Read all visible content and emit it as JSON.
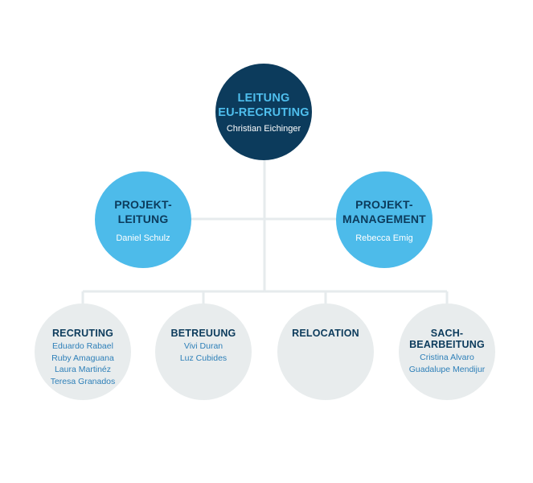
{
  "org_chart": {
    "head": {
      "title_line1": "LEITUNG",
      "title_line2": "EU-RECRUTING",
      "person": "Christian Eichinger"
    },
    "level2": [
      {
        "title_line1": "PROJEKT-",
        "title_line2": "LEITUNG",
        "person": "Daniel Schulz"
      },
      {
        "title_line1": "PROJEKT-",
        "title_line2": "MANAGEMENT",
        "person": "Rebecca Emig"
      }
    ],
    "level3": [
      {
        "title_line1": "RECRUTING",
        "title_line2": "",
        "members": [
          "Eduardo Rabael",
          "Ruby Amaguana",
          "Laura Martinéz",
          "Teresa Granados"
        ]
      },
      {
        "title_line1": "BETREUUNG",
        "title_line2": "",
        "members": [
          "Vivi Duran",
          "Luz Cubides"
        ]
      },
      {
        "title_line1": "RELOCATION",
        "title_line2": "",
        "members": []
      },
      {
        "title_line1": "SACH-",
        "title_line2": "BEARBEITUNG",
        "members": [
          "Cristina Alvaro",
          "Guadalupe Mendijur"
        ]
      }
    ]
  },
  "colors": {
    "head_bg": "#0c3b5c",
    "head_title": "#4fbfee",
    "level2_bg": "#4dbbea",
    "level3_bg": "#e8eced",
    "member_text": "#2d7fb8",
    "connector": "#e6ebed"
  }
}
